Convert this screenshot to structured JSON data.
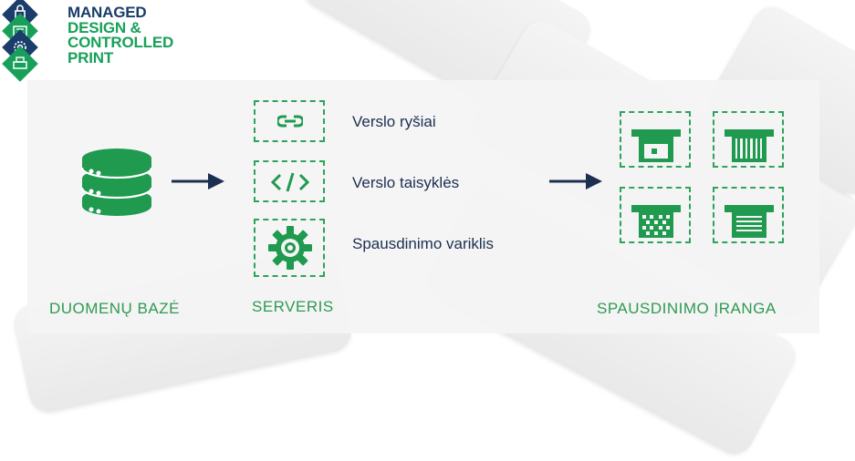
{
  "logo": {
    "line1": "MANAGED",
    "line2": "DESIGN &",
    "line3": "CONTROLLED",
    "line4": "PRINT"
  },
  "diagram": {
    "database_label": "DUOMENŲ BAZĖ",
    "server_label": "SERVERIS",
    "printing_label": "SPAUSDINIMO ĮRANGA",
    "server_items": [
      {
        "label": "Verslo ryšiai",
        "icon": "link-icon"
      },
      {
        "label": "Verslo taisyklės",
        "icon": "code-icon"
      },
      {
        "label": "Spausdinimo variklis",
        "icon": "gear-icon"
      }
    ],
    "printers": [
      {
        "icon": "label-printer-icon"
      },
      {
        "icon": "barcode-printer-icon"
      },
      {
        "icon": "qr-printer-icon"
      },
      {
        "icon": "document-printer-icon"
      }
    ]
  },
  "colors": {
    "green": "#2e9a52",
    "navy": "#1c2f50",
    "icon_green": "#1f9a4f",
    "arrow": "#1c2f50"
  }
}
